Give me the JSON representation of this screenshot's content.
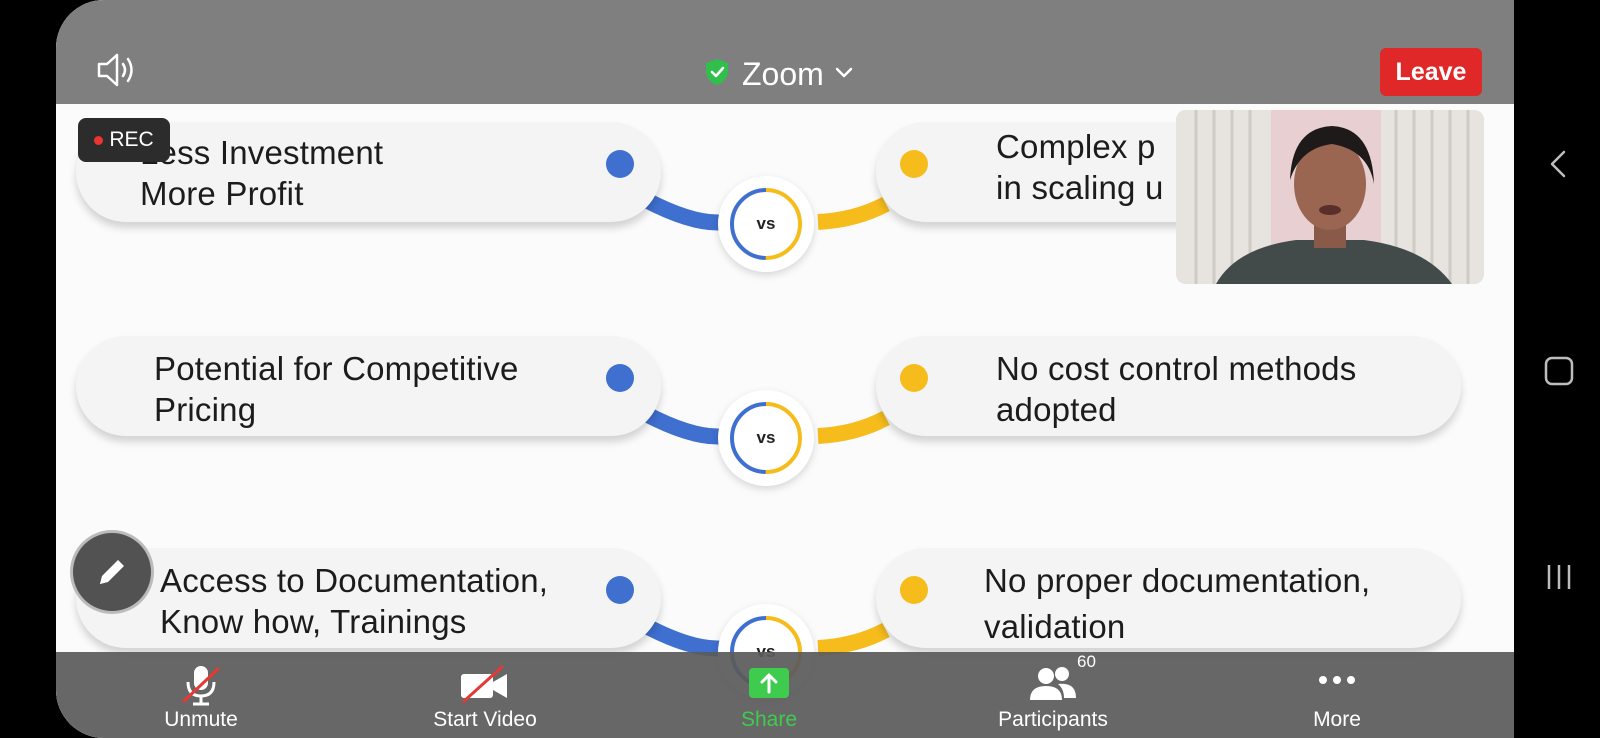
{
  "app": {
    "title": "Zoom",
    "leave_label": "Leave",
    "rec_label": "REC"
  },
  "slide": {
    "vs_label": "vs",
    "rows": [
      {
        "left": "Less Investment\nMore Profit",
        "right": "Complex p\nin scaling u"
      },
      {
        "left": "Potential for Competitive\nPricing",
        "right": "No cost control methods\nadopted"
      },
      {
        "left": "Access to Documentation,\nKnow how, Trainings",
        "right": "No proper documentation,\nvalidation"
      }
    ]
  },
  "toolbar": {
    "unmute": "Unmute",
    "start_video": "Start Video",
    "share": "Share",
    "participants": "Participants",
    "participants_count": "60",
    "more": "More"
  },
  "colors": {
    "leave": "#e02828",
    "share": "#3fcc4e",
    "left_dot": "#3f6fcf",
    "right_dot": "#f5bc1c"
  },
  "icons": [
    "speaker-icon",
    "shield-check-icon",
    "chevron-down-icon",
    "pencil-icon",
    "mic-muted-icon",
    "video-off-icon",
    "share-icon",
    "participants-icon",
    "more-icon",
    "back-icon",
    "home-icon",
    "recents-icon"
  ]
}
